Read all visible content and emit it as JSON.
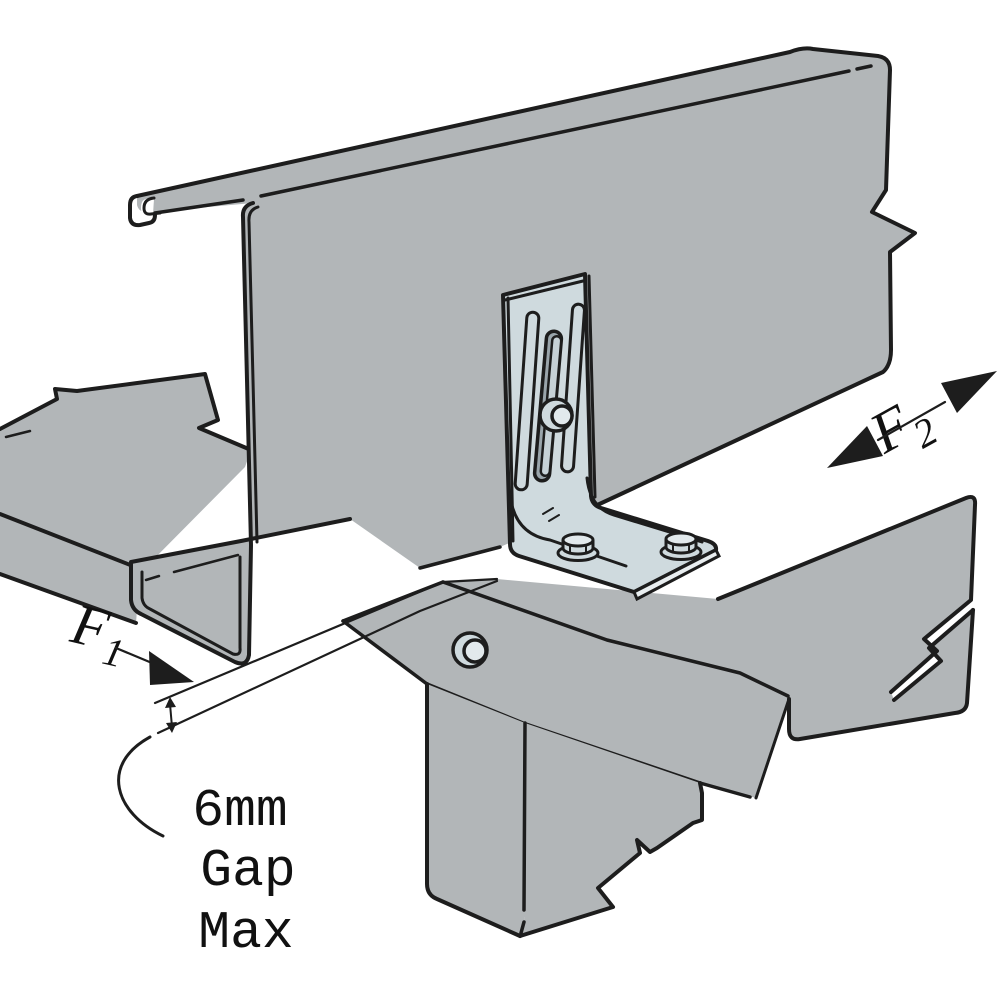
{
  "diagram": {
    "type": "structural-connection-illustration",
    "labels": {
      "f1": {
        "letter": "F",
        "sub": "1"
      },
      "f2": {
        "letter": "F",
        "sub": "2"
      }
    },
    "gap_note": {
      "line1": "6mm",
      "line2": "Gap",
      "line3": "Max"
    },
    "colors": {
      "steel_gray": "#b2b6b8",
      "bracket_light": "#cfdade",
      "outline": "#1d1d1d",
      "background": "#ffffff"
    },
    "parts": [
      "top-beam-channel",
      "left-member",
      "bottom-plate-channel",
      "column-post",
      "angle-bracket",
      "slot-bolt",
      "flange-bolts",
      "plate-bolt"
    ]
  }
}
